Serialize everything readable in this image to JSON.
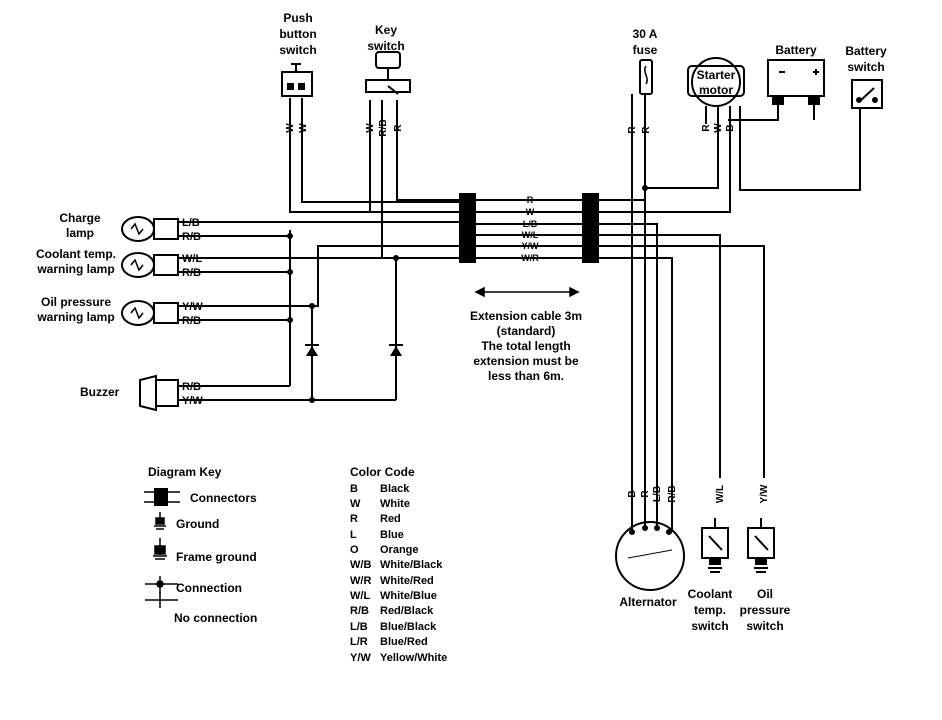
{
  "components": {
    "push_button_switch": [
      "Push",
      "button",
      "switch"
    ],
    "key_switch": [
      "Key",
      "switch"
    ],
    "fuse": [
      "30 A",
      "fuse"
    ],
    "starter_motor": [
      "Starter",
      "motor"
    ],
    "battery": "Battery",
    "battery_switch": [
      "Battery",
      "switch"
    ],
    "charge_lamp": [
      "Charge",
      "lamp"
    ],
    "coolant_lamp": [
      "Coolant temp.",
      "warning lamp"
    ],
    "oil_lamp": [
      "Oil pressure",
      "warning lamp"
    ],
    "buzzer": "Buzzer",
    "alternator": "Alternator",
    "coolant_switch": [
      "Coolant",
      "temp.",
      "switch"
    ],
    "oil_switch": [
      "Oil",
      "pressure",
      "switch"
    ]
  },
  "wire_labels": {
    "push_switch": [
      "W",
      "W"
    ],
    "key_switch": [
      "W",
      "R/B",
      "R"
    ],
    "fuse": [
      "R",
      "R"
    ],
    "starter": [
      "R",
      "W",
      "B"
    ],
    "charge_lamp": [
      "L/B",
      "R/B"
    ],
    "coolant_lamp": [
      "W/L",
      "R/B"
    ],
    "oil_lamp": [
      "Y/W",
      "R/B"
    ],
    "buzzer": [
      "R/B",
      "Y/W"
    ],
    "bundle": [
      "R",
      "W",
      "L/B",
      "W/L",
      "Y/W",
      "W/R"
    ],
    "alternator": [
      "B",
      "R",
      "L/B",
      "R/B"
    ],
    "coolant_switch": "W/L",
    "oil_switch": "Y/W"
  },
  "extension_note": [
    "Extension cable 3m",
    "(standard)",
    "The total length",
    "extension must be",
    "less than 6m."
  ],
  "diagram_key": {
    "title": "Diagram Key",
    "items": [
      "Connectors",
      "Ground",
      "Frame ground",
      "Connection",
      "No connection"
    ]
  },
  "color_code": {
    "title": "Color Code",
    "entries": [
      {
        "code": "B",
        "name": "Black"
      },
      {
        "code": "W",
        "name": "White"
      },
      {
        "code": "R",
        "name": "Red"
      },
      {
        "code": "L",
        "name": "Blue"
      },
      {
        "code": "O",
        "name": "Orange"
      },
      {
        "code": "W/B",
        "name": "White/Black"
      },
      {
        "code": "W/R",
        "name": "White/Red"
      },
      {
        "code": "W/L",
        "name": "White/Blue"
      },
      {
        "code": "R/B",
        "name": "Red/Black"
      },
      {
        "code": "L/B",
        "name": "Blue/Black"
      },
      {
        "code": "L/R",
        "name": "Blue/Red"
      },
      {
        "code": "Y/W",
        "name": "Yellow/White"
      }
    ]
  }
}
